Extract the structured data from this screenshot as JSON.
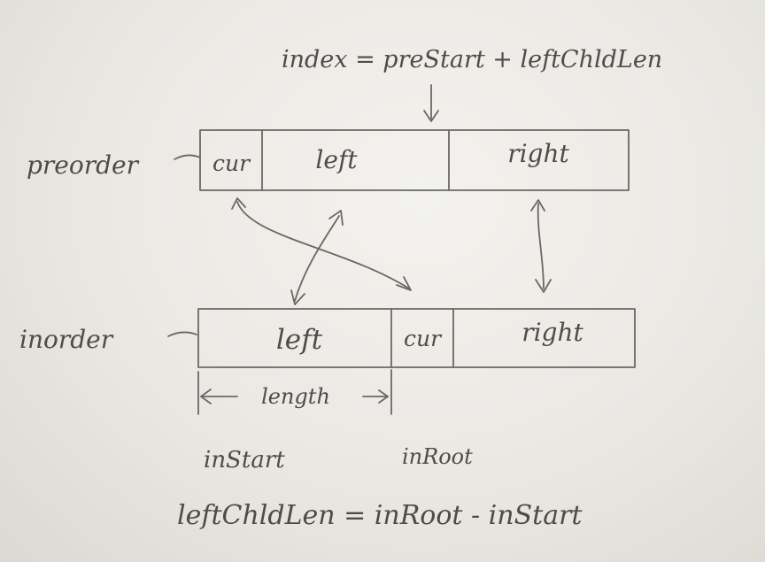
{
  "formula_top": "index = preStart + leftChldLen",
  "arrays": {
    "preorder": {
      "label": "preorder",
      "cells": [
        "cur",
        "left",
        "right"
      ]
    },
    "inorder": {
      "label": "inorder",
      "cells": [
        "left",
        "cur",
        "right"
      ]
    }
  },
  "length_label": "length",
  "index_labels": {
    "in_start": "inStart",
    "in_root": "inRoot"
  },
  "formula_bottom": "leftChldLen = inRoot - inStart",
  "colors": {
    "paper": "#eae8e3",
    "pencil": "#6a6864",
    "text": "#4e4c48"
  }
}
